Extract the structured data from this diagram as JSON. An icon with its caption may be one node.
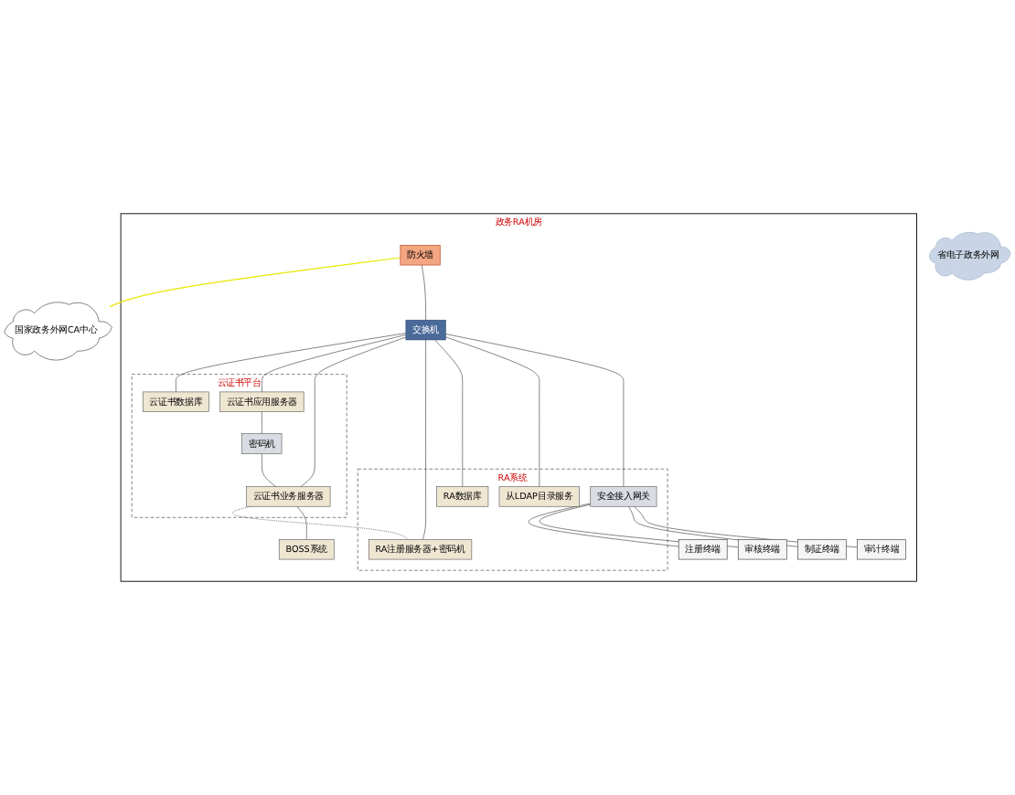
{
  "diagram": {
    "nodes": [
      {
        "text": [
          "政务RA机房"
        ]
      },
      {
        "text": [
          "国家政务外网CA中心"
        ]
      },
      {
        "text": [
          "省电子政务外网"
        ]
      },
      {
        "text": [
          "防火墙"
        ],
        "in": 0
      },
      {
        "text": [
          "交换机"
        ],
        "in": 0
      },
      {
        "text": [
          "云证书平台"
        ],
        "in": 0
      },
      {
        "text": [
          "云证书数据库"
        ],
        "in": 5
      },
      {
        "text": [
          "云证书应用服务器"
        ],
        "in": 5
      },
      {
        "text": [
          "密码机"
        ],
        "in": 5
      },
      {
        "text": [
          "云证书业务服务器"
        ],
        "in": 5
      },
      {
        "text": [
          "RA系统"
        ],
        "in": 0
      },
      {
        "text": [
          "RA注册服务器+密码机"
        ],
        "in": 10
      },
      {
        "text": [
          "RA数据库"
        ],
        "in": 10
      },
      {
        "text": [
          "从LDAP目录服务"
        ],
        "in": 10
      },
      {
        "text": [
          "安全接入网关"
        ],
        "in": 10
      },
      {
        "text": [
          "BOSS系统"
        ],
        "in": 0
      },
      {
        "text": [
          "注册终端"
        ],
        "in": 0
      },
      {
        "text": [
          "审核终端"
        ],
        "in": 0
      },
      {
        "text": [
          "制证终端"
        ],
        "in": 0
      },
      {
        "text": [
          "审计终端"
        ],
        "in": 0
      }
    ],
    "edges": [
      {
        "from": 3,
        "to": 1,
        "arrow": "none",
        "color": "#e8e800"
      },
      {
        "from": 3,
        "to": 4,
        "arrow": "none"
      },
      {
        "from": 4,
        "to": 6,
        "arrow": "none"
      },
      {
        "from": 4,
        "to": 7,
        "arrow": "none"
      },
      {
        "from": 4,
        "to": 9,
        "arrow": "none"
      },
      {
        "from": 4,
        "to": 11,
        "arrow": "none"
      },
      {
        "from": 4,
        "to": 12,
        "arrow": "none"
      },
      {
        "from": 4,
        "to": 13,
        "arrow": "none"
      },
      {
        "from": 4,
        "to": 14,
        "arrow": "none"
      },
      {
        "from": 7,
        "to": 8,
        "arrow": "none"
      },
      {
        "from": 8,
        "to": 9,
        "arrow": "none"
      },
      {
        "from": 9,
        "to": 11,
        "arrow": "none",
        "style": "dashed"
      },
      {
        "from": 9,
        "to": 15,
        "arrow": "none"
      },
      {
        "from": 14,
        "to": 16,
        "arrow": "none"
      },
      {
        "from": 14,
        "to": 17,
        "arrow": "none"
      },
      {
        "from": 14,
        "to": 18,
        "arrow": "none"
      },
      {
        "from": 14,
        "to": 19,
        "arrow": "none"
      }
    ]
  }
}
